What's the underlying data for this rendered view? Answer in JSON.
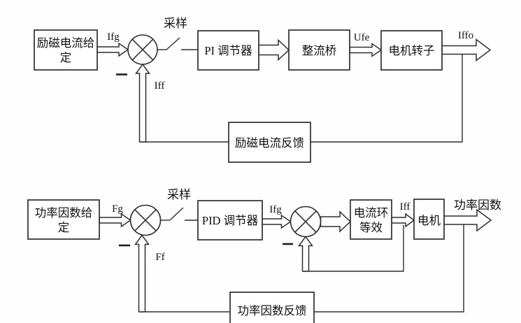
{
  "colors": {
    "background": "#fefefe",
    "line": "#2e2e2e",
    "text": "#111111"
  },
  "diagram_top": {
    "setpoint_line1": "励磁电流给",
    "setpoint_line2": "定",
    "in_signal": "Ifg",
    "sampling": "采样",
    "feedback_signal": "Iff",
    "controller": "PI 调节器",
    "rectifier": "整流桥",
    "mid_signal": "Ufe",
    "plant": "电机转子",
    "out_signal": "Iffo",
    "feedback_box": "励磁电流反馈"
  },
  "diagram_bottom": {
    "setpoint_line1": "功率因数给",
    "setpoint_line2": "定",
    "in_signal": "Fg",
    "sampling": "采样",
    "feedback_signal": "Ff",
    "controller": "PID 调节器",
    "mid_signal": "Ifg",
    "inner_plant_line1": "电流环",
    "inner_plant_line2": "等效",
    "inner_out_signal": "Iff",
    "plant": "电机",
    "out_signal": "功率因数",
    "feedback_box": "功率因数反馈"
  }
}
